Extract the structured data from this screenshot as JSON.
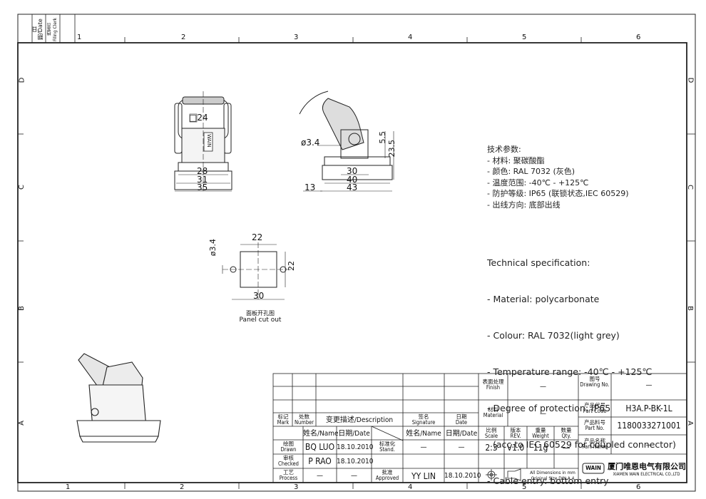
{
  "left_strip": {
    "date": "日期/Date",
    "filing": "档案员\nFiling Clerk"
  },
  "zones_top": [
    "1",
    "2",
    "3",
    "4",
    "5",
    "6"
  ],
  "zones_side": [
    "D",
    "C",
    "B",
    "A"
  ],
  "dims": {
    "front": {
      "square": "□24",
      "w1": "28",
      "w2": "31",
      "w3": "35"
    },
    "side": {
      "hole": "ø3.4",
      "h1": "5.5",
      "h2": "23.5",
      "w1": "30",
      "w2": "40",
      "w3": "43",
      "off": "13"
    },
    "cutout": {
      "top": "22",
      "hole": "ø3.4",
      "right": "22",
      "bottom": "30"
    },
    "brand_mark": "WAIN"
  },
  "cutout_caption": {
    "cn": "面板开孔图",
    "en": "Panel cut out"
  },
  "spec_cn": {
    "title": "技术参数:",
    "lines": [
      "- 材料: 聚碳酸酯",
      "- 颜色: RAL 7032 (灰色)",
      "- 温度范围: -40℃ - +125℃",
      "- 防护等级: IP65 (联锁状态,IEC 60529)",
      "- 出线方向: 底部出线"
    ]
  },
  "spec_en": {
    "title": "Technical specification:",
    "lines": [
      "- Material: polycarbonate",
      "- Colour: RAL 7032(light grey)",
      "- Temperature range: -40℃ - +125℃",
      "- Degree of protection: IP65",
      "  (acc.to IEC 60529 for coupled connector)",
      "- Cable entry: bottom entry"
    ]
  },
  "title_block": {
    "rev_headers": {
      "mark": "标记\nMark",
      "number": "处数\nNumber",
      "desc": "变更描述/Description",
      "signature": "签名\nSignature",
      "date": "日期\nDate"
    },
    "people_headers": {
      "name": "姓名/Name",
      "date": "日期/Date",
      "name2": "姓名/Name",
      "date2": "日期/Date"
    },
    "drawn": {
      "label": "绘图\nDrawn",
      "name": "BQ LUO",
      "date": "18.10.2010",
      "stand_label": "标准化\nStand.",
      "stand_name": "—",
      "stand_date": "—"
    },
    "checked": {
      "label": "审核\nChecked",
      "name": "P RAO",
      "date": "18.10.2010"
    },
    "process": {
      "label": "工艺\nProcess",
      "name": "—",
      "date": "—",
      "approved_label": "批准\nApproved",
      "approved_name": "YY LIN",
      "approved_date": "18.10.2010"
    },
    "finish": {
      "label": "表面处理\nFinish",
      "value": "—"
    },
    "material": {
      "label": "材料\nMaterial",
      "value": "—"
    },
    "scale": {
      "label": "比例\nScale",
      "value": "2:3"
    },
    "rev": {
      "label": "版本\nREV.",
      "value": "V1.0"
    },
    "weight": {
      "label": "重量\nWeight",
      "value": "11g"
    },
    "qty": {
      "label": "数量\nQty.",
      "value": "—"
    },
    "dimensions_note": "All Dimensions in mm\nOriginal Size DIN A 4",
    "drawing_no": {
      "label": "图号\nDrawing No.",
      "value": "—"
    },
    "part_code": {
      "label": "产品代号\nPart Code",
      "value": "H3A.P-BK-1L"
    },
    "part_no": {
      "label": "产品料号\nPart No.",
      "value": "1180033271001"
    },
    "part_name": {
      "label": "产品名称\nPart Name",
      "value": "—"
    },
    "company_cn": "厦门唯恩电气有限公司",
    "company_en": "XIAMEN WAIN ELECTRICAL CO.,LTD",
    "logo": "WAIN"
  }
}
